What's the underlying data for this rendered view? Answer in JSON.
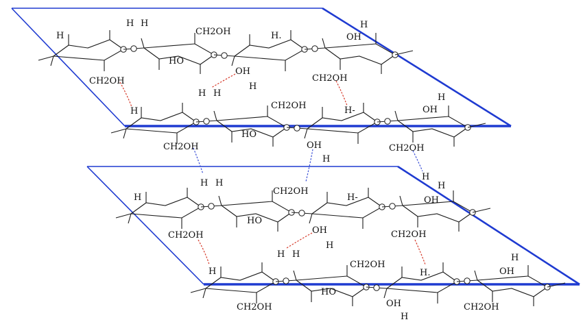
{
  "labels": {
    "h": "H",
    "ch2oh": "CH2OH",
    "ho": "HO",
    "oh": "OH",
    "h_dash": "H-",
    "h_dot": "H."
  },
  "colors": {
    "plane": "#1f3bd1",
    "intra_sheet_bond": "#d63a2a",
    "inter_sheet_bond": "#3a4fd6",
    "structure": "#1a1a1a"
  }
}
